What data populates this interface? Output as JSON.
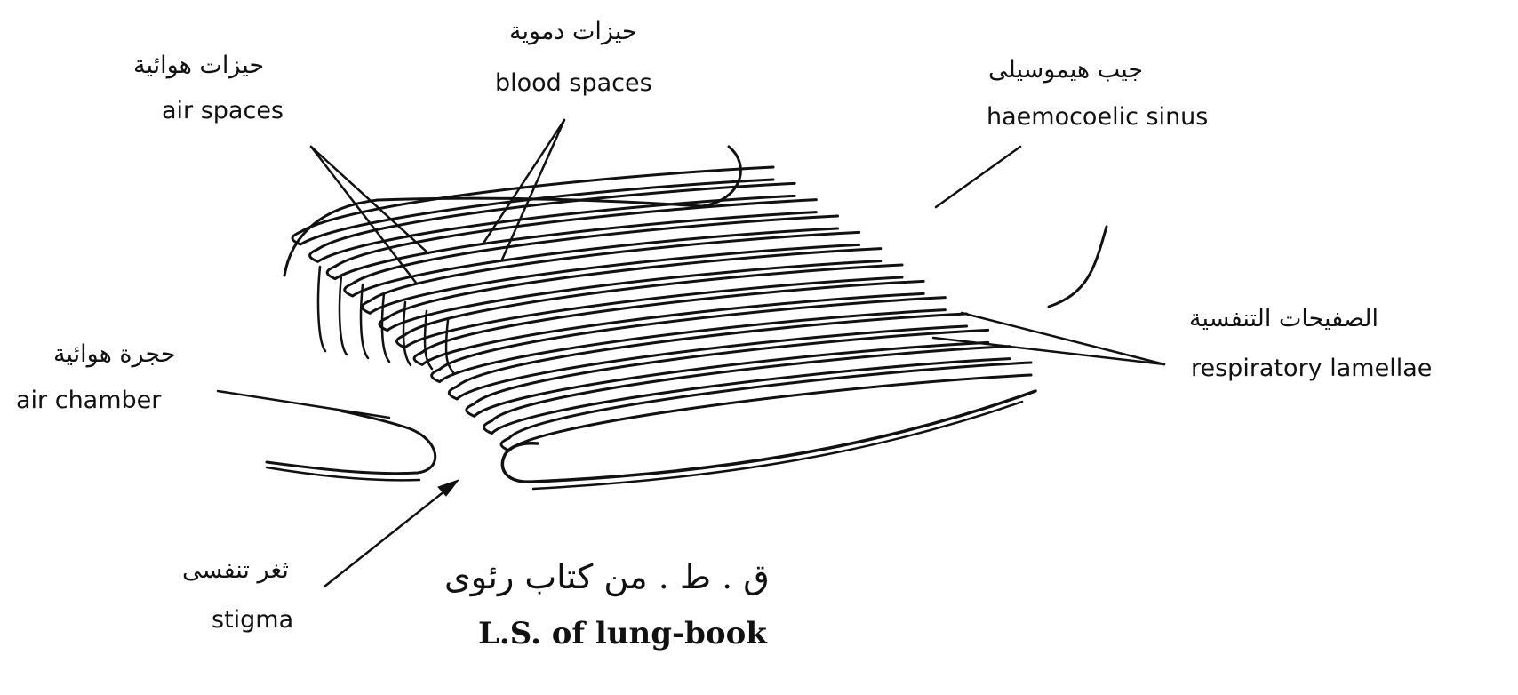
{
  "labels": {
    "air_spaces": {
      "ar": "حيزات هوائية",
      "en": "air spaces"
    },
    "blood_spaces": {
      "ar": "حيزات دموية",
      "en": "blood spaces"
    },
    "haemocoelic_sinus": {
      "ar": "جيب هيموسيلى",
      "en": "haemocoelic sinus"
    },
    "respiratory_lamellae": {
      "ar": "الصفيحات التنفسية",
      "en": "respiratory lamellae"
    },
    "air_chamber": {
      "ar": "حجرة هوائية",
      "en": "air chamber"
    },
    "stigma": {
      "ar": "ثغر تنفسى",
      "en": "stigma"
    }
  },
  "caption": {
    "ar": "ق . ط . من كتاب رئوى",
    "en": "L.S. of lung-book"
  },
  "colors": {
    "ink": "#111111",
    "background": "#ffffff"
  }
}
